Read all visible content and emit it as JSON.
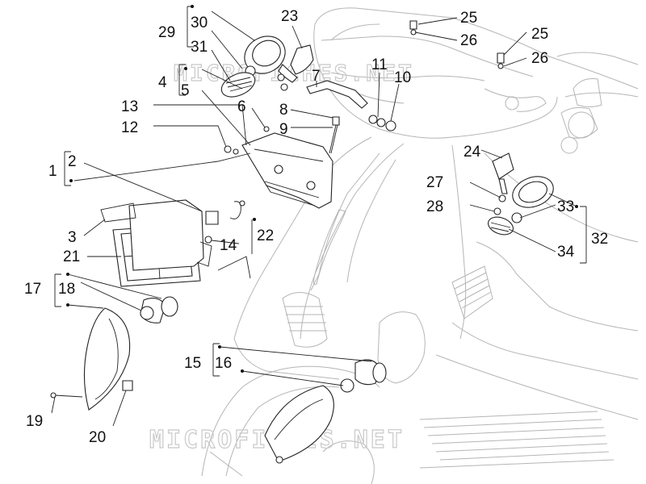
{
  "watermark": {
    "text_top": "MICROFICHES.NET",
    "text_bottom": "MICROFICHES.NET"
  },
  "callouts": {
    "n1": "1",
    "n2": "2",
    "n3": "3",
    "n4": "4",
    "n5": "5",
    "n6": "6",
    "n7": "7",
    "n8": "8",
    "n9": "9",
    "n10": "10",
    "n11": "11",
    "n12": "12",
    "n13": "13",
    "n14": "14",
    "n15": "15",
    "n16": "16",
    "n17": "17",
    "n18": "18",
    "n19": "19",
    "n20": "20",
    "n21": "21",
    "n22": "22",
    "n23": "23",
    "n24": "24",
    "n25a": "25",
    "n25b": "25",
    "n26a": "26",
    "n26b": "26",
    "n27": "27",
    "n28": "28",
    "n29": "29",
    "n30": "30",
    "n31": "31",
    "n32": "32",
    "n33": "33",
    "n34": "34"
  },
  "colors": {
    "line": "#222222",
    "ghost_outline": "#b5b5b5",
    "watermark": "#c9c9c9"
  }
}
